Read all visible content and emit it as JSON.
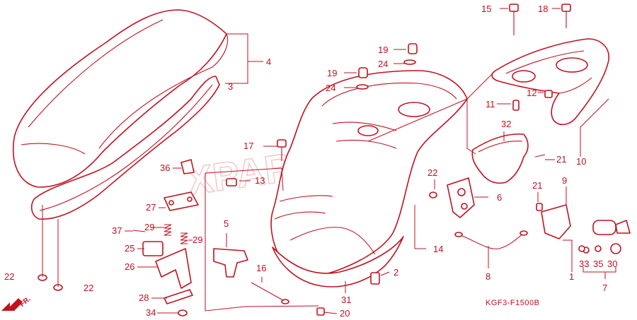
{
  "diagram": {
    "watermark": "XPARTS",
    "diagram_code": "KGF3-F1500B",
    "direction_marker": "FR.",
    "accent_color": "#c0121f",
    "callouts": {
      "c1": "1",
      "c2": "2",
      "c3": "3",
      "c4": "4",
      "c5": "5",
      "c6": "6",
      "c7": "7",
      "c8": "8",
      "c9": "9",
      "c10": "10",
      "c11": "11",
      "c12": "12",
      "c13": "13",
      "c14": "14",
      "c15": "15",
      "c16": "16",
      "c17": "17",
      "c18": "18",
      "c19a": "19",
      "c19b": "19",
      "c20": "20",
      "c21a": "21",
      "c21b": "21",
      "c22a": "22",
      "c22b": "22",
      "c22c": "22",
      "c24a": "24",
      "c24b": "24",
      "c25": "25",
      "c26": "26",
      "c27": "27",
      "c28": "28",
      "c29a": "29",
      "c29b": "29",
      "c30": "30",
      "c31": "31",
      "c32": "32",
      "c33": "33",
      "c34": "34",
      "c35": "35",
      "c36": "36",
      "c37": "37"
    }
  }
}
